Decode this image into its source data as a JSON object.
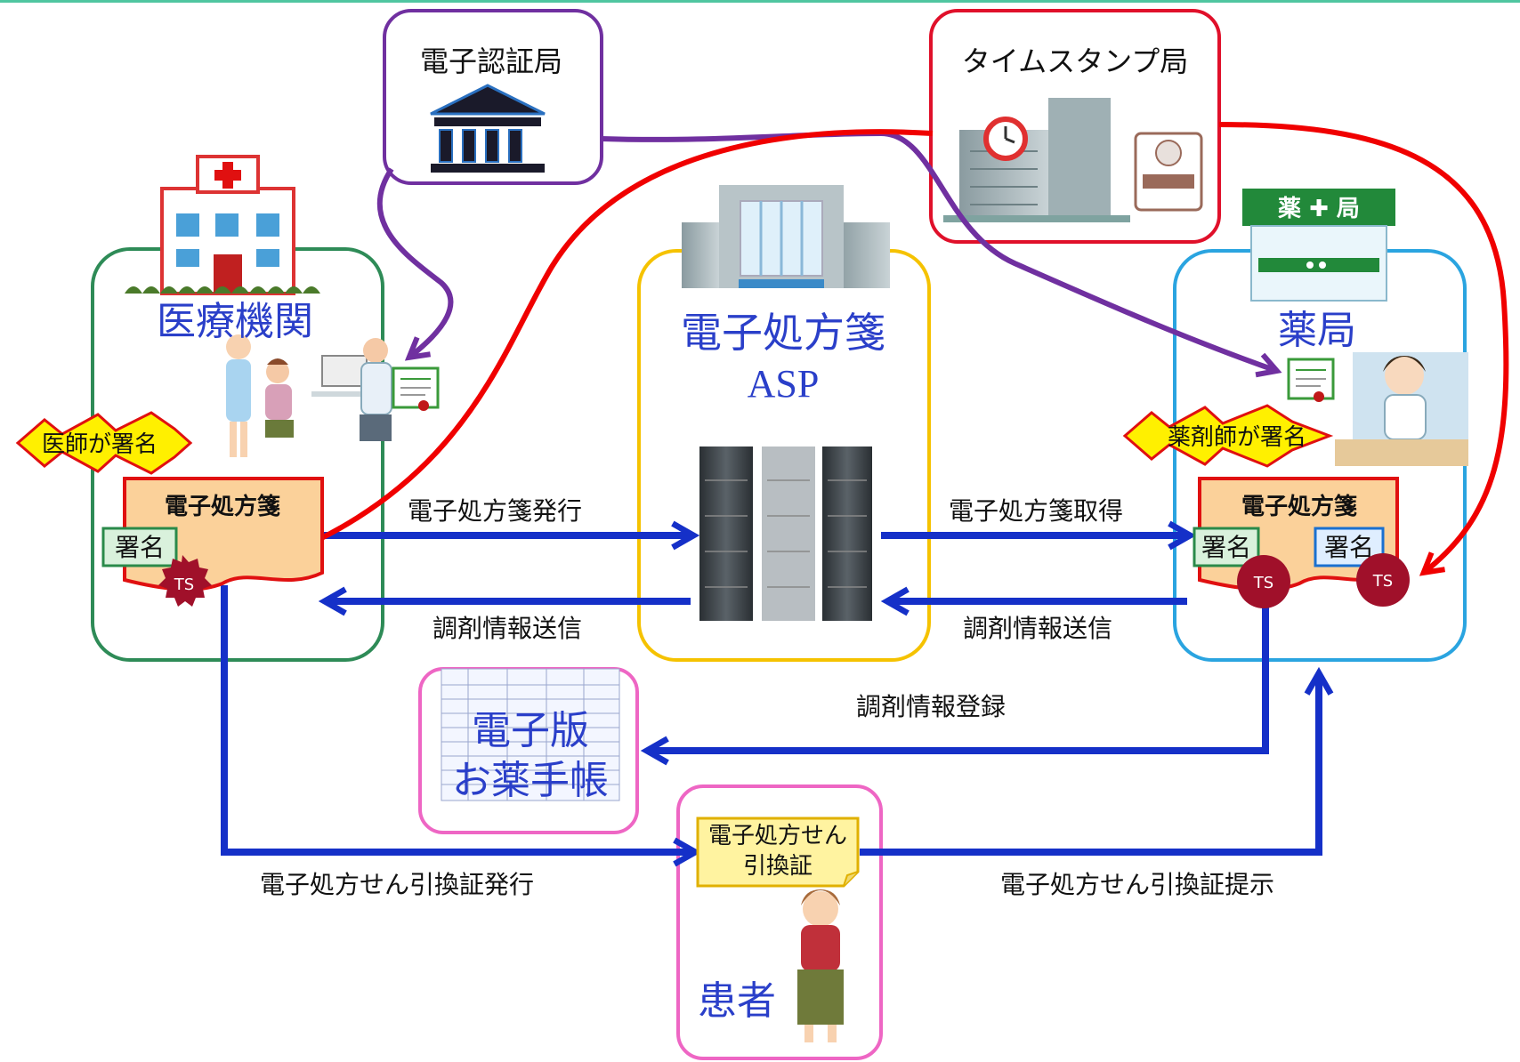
{
  "entities": {
    "medical_institution": "医療機関",
    "asp_line1": "電子処方箋",
    "asp_line2": "ASP",
    "pharmacy": "薬局",
    "ca": "電子認証局",
    "tsa": "タイムスタンプ局",
    "patient": "患者",
    "notebook_line1": "電子版",
    "notebook_line2": "お薬手帳"
  },
  "badges": {
    "doctor_sign": "医師が署名",
    "pharmacist_sign": "薬剤師が署名",
    "ts": "TS",
    "signature": "署名"
  },
  "documents": {
    "prescription": "電子処方箋",
    "voucher_line1": "電子処方せん",
    "voucher_line2": "引換証"
  },
  "flows": {
    "issue": "電子処方箋発行",
    "acquire": "電子処方箋取得",
    "dispense_send_left": "調剤情報送信",
    "dispense_send_right": "調剤情報送信",
    "dispense_register": "調剤情報登録",
    "voucher_issue": "電子処方せん引換証発行",
    "voucher_present": "電子処方せん引換証提示"
  },
  "pharmacy_sign_text": "薬 ✚ 局",
  "colors": {
    "blue_arrow": "#1530c8",
    "red_arrow": "#f00000",
    "purple_arrow": "#7030a0",
    "hospital_box": "#2e8b57",
    "asp_box": "#f5c200",
    "pharmacy_box": "#2aa4e0",
    "ca_box": "#7030a0",
    "tsa_box": "#e0102a",
    "patient_box": "#ee66c4",
    "doc_fill": "#fbd19a"
  }
}
